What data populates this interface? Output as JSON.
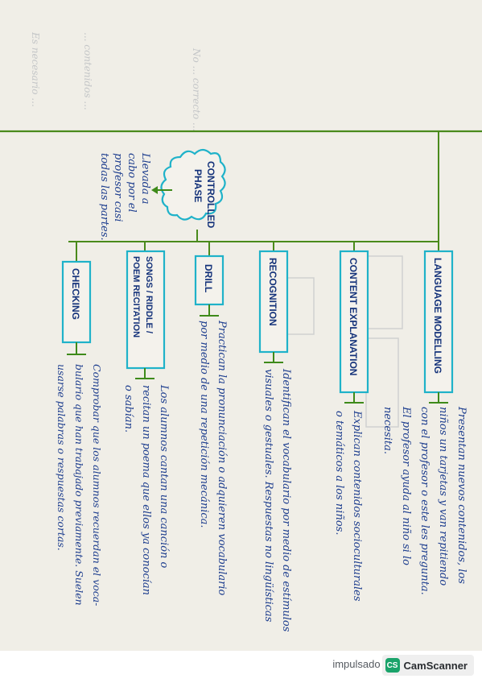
{
  "footer": {
    "powered_by": "impulsado por",
    "brand_short": "CS",
    "brand_name": "CamScanner"
  },
  "map": {
    "ghost_text": [
      "Es necesario ...",
      "... contenidos ...",
      "No ... correcto ..."
    ],
    "controlled_box": [
      "CONTROLLED",
      "PHASE"
    ],
    "controlled_note": [
      "Llevada a",
      "cabo por el",
      "profesor casi",
      "todas las partes."
    ],
    "nodes": {
      "language": {
        "box": "LANGUAGE MODELLING",
        "lines": [
          "Presentan nuevos contenidos, los",
          "niños un tarjetas y van repitiendo",
          "con el profesor o este les pregunta.",
          "El profesor ayuda al niño si lo",
          "necesita."
        ]
      },
      "content": {
        "box": "CONTENT EXPLANATION",
        "lines": [
          "Explican contenidos socioculturales",
          "o temáticos a los niños."
        ]
      },
      "recognition": {
        "box": "RECOGNITION",
        "lines": [
          "Identifican el vocabulario por medio de estímulos",
          "visuales o gestuales. Respuestas no lingüísticas"
        ]
      },
      "drill": {
        "box": "DRILL",
        "lines": [
          "Practican la pronunciación o adquieren vocabulario",
          "por medio de una repetición mecánica."
        ]
      },
      "songs": {
        "box": [
          "SONGS / RIDDLE /",
          "POEM RECITATION"
        ],
        "lines": [
          "Los alumnos cantan una canción o",
          "recitan un poema que ellos ya conocían",
          "o sabían."
        ]
      },
      "checking": {
        "box": "CHECKING",
        "lines": [
          "Comprobar que los alumnos recuerdan el voca-",
          "bulario que han trabajado previamente. Suelen",
          "usarse palabras o respuestas cortas."
        ]
      }
    }
  },
  "colors": {
    "paper": "#f4f2ec",
    "ink": "#1f3f8f",
    "line_green": "#4a8a1c",
    "box_cyan": "#1fb2c9",
    "box_green": "#3e8a1a"
  }
}
